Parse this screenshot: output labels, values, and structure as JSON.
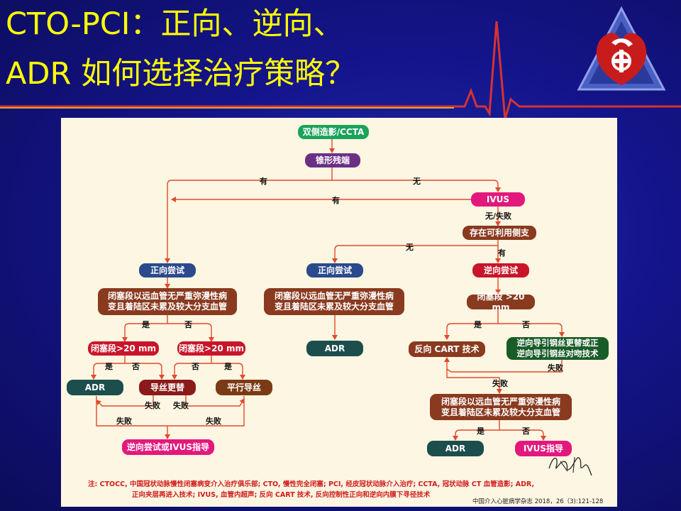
{
  "title": {
    "line1": "CTO-PCI：正向、逆向、",
    "line2": "ADR 如何选择治疗策略？"
  },
  "flow": {
    "start": "双侧造影/CCTA",
    "stump": "锥形残端",
    "label_yes_top": "有",
    "label_no_top": "无",
    "label_yes_back": "有",
    "ivus": "IVUS",
    "ivus_result": "无/失败",
    "side_branch": "存在可利用侧支",
    "label_no_mid": "无",
    "label_yes_mid": "有",
    "left_antegrade": "正向尝试",
    "left_condition": "闭塞段以远血管无严重弥漫性病\n变且着陆区未累及较大分支血管",
    "left_yes": "是",
    "left_no": "否",
    "left_len_a": "闭塞段>20 mm",
    "left_len_b": "闭塞段>20 mm",
    "la_yes": "是",
    "la_no": "否",
    "lb_no": "否",
    "lb_yes": "是",
    "adr_left": "ADR",
    "wire_change": "导丝更替",
    "parallel_wire": "平行导丝",
    "fail_a": "失败",
    "fail_b": "失败",
    "fail_c": "失败",
    "fail_d": "失败",
    "retro_or_ivus": "逆向尝试或IVUS指导",
    "mid_antegrade": "正向尝试",
    "mid_condition": "闭塞段以远血管无严重弥漫性病\n变且着陆区未累及较大分支血管",
    "adr_mid": "ADR",
    "retrograde": "逆向尝试",
    "right_len": "闭塞段 >20 mm",
    "right_yes": "是",
    "right_no": "否",
    "reverse_cart": "反向 CART 技术",
    "retro_wire": "逆向导引钢丝更替或正\n逆向导引钢丝对吻技术",
    "fail_right1": "失败",
    "fail_right2": "失败",
    "right_condition": "闭塞段以远血管无严重弥漫性病\n变且着陆区未累及较大分支血管",
    "rc_yes": "是",
    "rc_no": "否",
    "adr_right": "ADR",
    "ivus_guide": "IVUS指导"
  },
  "note_line1": "注: CTOCC, 中国冠状动脉慢性闭塞病变介入治疗俱乐部; CTO, 慢性完全闭塞; PCI, 经皮冠状动脉介入治疗; CCTA, 冠状动脉 CT 血管造影; ADR,",
  "note_line2": "正向夹层再进入技术; IVUS, 血管内超声; 反向 CART 技术, 反向控制性正向和逆向内膜下寻径技术",
  "citation": "中国介入心脏病学杂志 2018，26（3):121-128",
  "colors": {
    "title": "#ffff00",
    "background": "#14148a",
    "panel": "#fdf6e2",
    "arrow": "#e04a2c",
    "note": "#d01b1b"
  },
  "icons": [
    "ecg-line-icon",
    "hospital-logo-icon",
    "signature-icon"
  ]
}
